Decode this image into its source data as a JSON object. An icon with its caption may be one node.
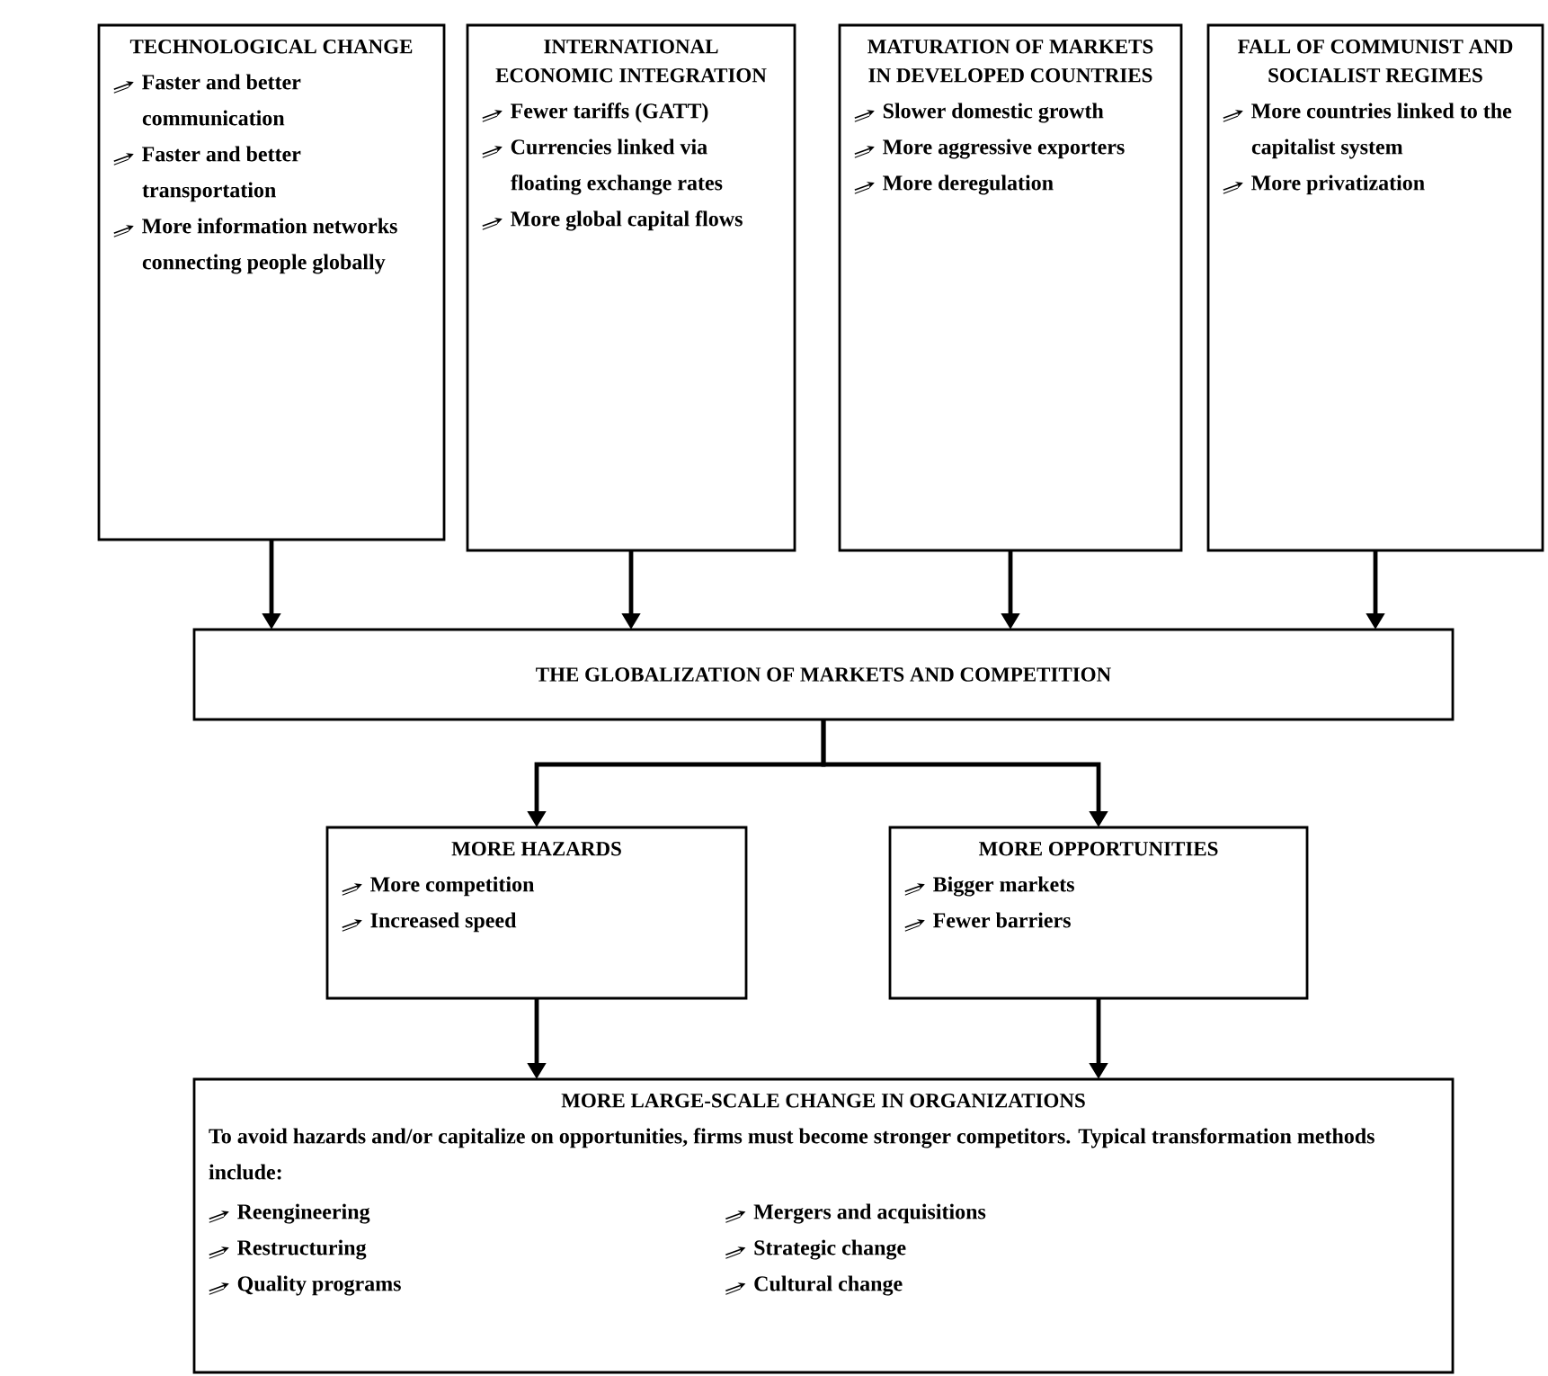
{
  "diagram": {
    "nodes": [
      {
        "text": [
          "TECHNOLOGICAL CHANGE",
          "Faster and better communication",
          "Faster and better transportation",
          "More information networks connecting people globally"
        ]
      },
      {
        "text": [
          "INTERNATIONAL ECONOMIC INTEGRATION",
          "Fewer tariffs (GATT)",
          "Currencies linked via floating exchange rates",
          "More global capital flows"
        ]
      },
      {
        "text": [
          "MATURATION OF MARKETS IN DEVELOPED COUNTRIES",
          "Slower domestic growth",
          "More aggressive exporters",
          "More deregulation"
        ]
      },
      {
        "text": [
          "FALL OF COMMUNIST AND SOCIALIST REGIMES",
          "More countries linked to the capitalist system",
          "More privatization"
        ]
      },
      {
        "text": [
          "THE GLOBALIZATION OF MARKETS AND COMPETITION"
        ]
      },
      {
        "text": [
          "MORE HAZARDS",
          "More competition",
          "Increased speed"
        ]
      },
      {
        "text": [
          "MORE OPPORTUNITIES",
          "Bigger markets",
          "Fewer barriers"
        ]
      },
      {
        "text": [
          "MORE LARGE-SCALE CHANGE IN ORGANIZATIONS",
          "To avoid hazards and/or capitalize on opportunities, firms must become stronger competitors. Typical transformation methods include:",
          "Reengineering",
          "Restructuring",
          "Quality programs",
          "Mergers and acquisitions",
          "Strategic change",
          "Cultural change"
        ]
      }
    ],
    "edges": [
      {
        "from": 0,
        "to": 4,
        "arrow": "to"
      },
      {
        "from": 1,
        "to": 4,
        "arrow": "to"
      },
      {
        "from": 2,
        "to": 4,
        "arrow": "to"
      },
      {
        "from": 3,
        "to": 4,
        "arrow": "to"
      },
      {
        "from": 4,
        "to": 5,
        "arrow": "to"
      },
      {
        "from": 4,
        "to": 6,
        "arrow": "to"
      },
      {
        "from": 5,
        "to": 7,
        "arrow": "to"
      },
      {
        "from": 6,
        "to": 7,
        "arrow": "to"
      }
    ]
  }
}
